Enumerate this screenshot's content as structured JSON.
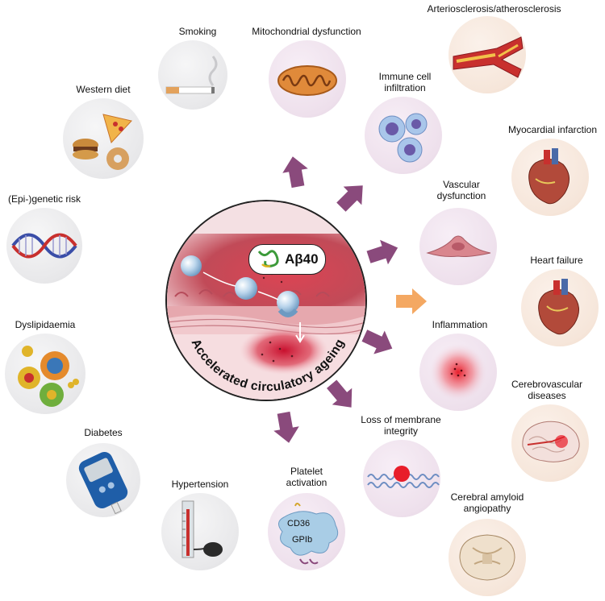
{
  "center": {
    "title": "Accelerated circulatory ageing",
    "badge": "Aβ40"
  },
  "risk_factors": [
    {
      "label": "Smoking"
    },
    {
      "label": "Western diet"
    },
    {
      "label": "(Epi-)genetic risk"
    },
    {
      "label": "Dyslipidaemia"
    },
    {
      "label": "Diabetes"
    },
    {
      "label": "Hypertension"
    }
  ],
  "mechanisms": [
    {
      "label": "Mitochondrial dysfunction"
    },
    {
      "label": "Immune cell\ninfiltration"
    },
    {
      "label": "Vascular\ndysfunction"
    },
    {
      "label": "Inflammation"
    },
    {
      "label": "Loss of membrane\nintegrity"
    },
    {
      "label": "Platelet\nactivation",
      "receptors": [
        "CD36",
        "GPIb"
      ]
    }
  ],
  "diseases": [
    {
      "label": "Arteriosclerosis/atherosclerosis"
    },
    {
      "label": "Myocardial infarction"
    },
    {
      "label": "Heart failure"
    },
    {
      "label": "Cerebrovascular\ndiseases"
    },
    {
      "label": "Cerebral amyloid\nangiopathy"
    }
  ],
  "colors": {
    "arrow_purple": "#8a4a7c",
    "arrow_orange": "#f4a862",
    "risk_bg": "#e8e8ea",
    "mechanism_bg": "#eee0ec",
    "disease_bg": "#f6e6da"
  }
}
